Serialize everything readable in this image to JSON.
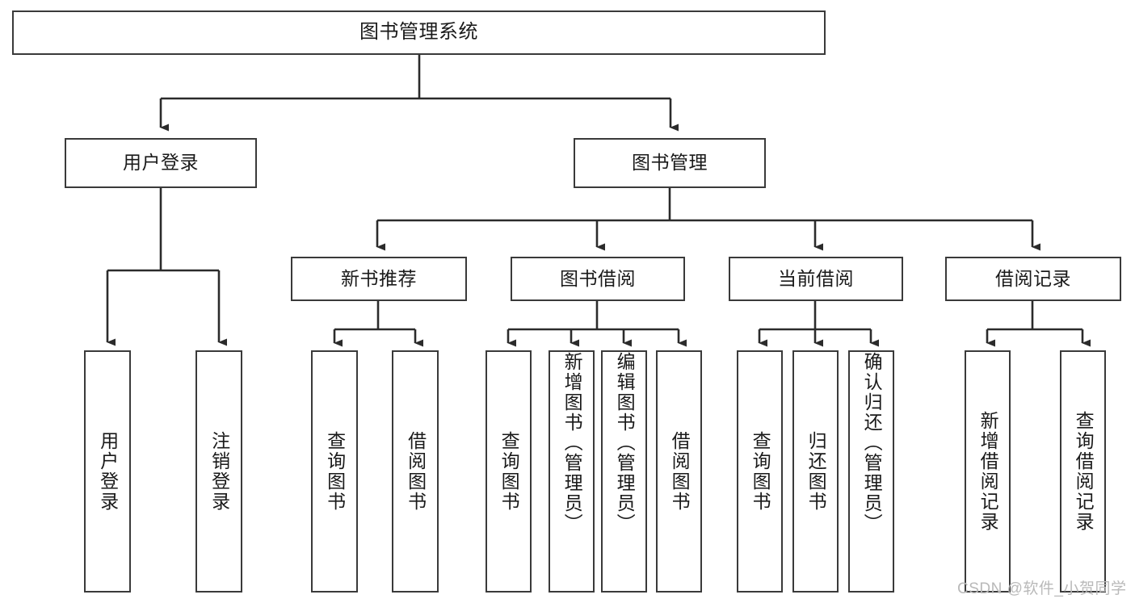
{
  "diagram": {
    "type": "tree-hierarchy-flowchart",
    "title": "图书管理系统",
    "orientation": "top-down",
    "style": {
      "background": "#ffffff",
      "box_border": "#3a3a3a",
      "box_fill": "#ffffff",
      "line_color": "#2b2b2b",
      "text_color": "#1a1a1a",
      "watermark_color": "#b9b9b9"
    },
    "root": {
      "id": "root",
      "label": "图书管理系统"
    },
    "level2": [
      {
        "id": "user-login",
        "label": "用户登录"
      },
      {
        "id": "book-manage",
        "label": "图书管理"
      }
    ],
    "level3": [
      {
        "id": "new-book-recommend",
        "label": "新书推荐",
        "parent": "book-manage"
      },
      {
        "id": "book-borrow",
        "label": "图书借阅",
        "parent": "book-manage"
      },
      {
        "id": "current-borrow",
        "label": "当前借阅",
        "parent": "book-manage"
      },
      {
        "id": "borrow-record",
        "label": "借阅记录",
        "parent": "book-manage"
      }
    ],
    "leaves": [
      {
        "id": "leaf-user-login",
        "label": "用户登录",
        "parent": "user-login"
      },
      {
        "id": "leaf-user-logout",
        "label": "注销登录",
        "parent": "user-login"
      },
      {
        "id": "leaf-query-book-1",
        "label": "查询图书",
        "parent": "new-book-recommend"
      },
      {
        "id": "leaf-borrow-book-1",
        "label": "借阅图书",
        "parent": "new-book-recommend"
      },
      {
        "id": "leaf-query-book-2",
        "label": "查询图书",
        "parent": "book-borrow"
      },
      {
        "id": "leaf-add-book",
        "label": "新增图书（管理员）",
        "parent": "book-borrow"
      },
      {
        "id": "leaf-edit-book",
        "label": "编辑图书（管理员）",
        "parent": "book-borrow"
      },
      {
        "id": "leaf-borrow-book-2",
        "label": "借阅图书",
        "parent": "book-borrow"
      },
      {
        "id": "leaf-query-book-3",
        "label": "查询图书",
        "parent": "current-borrow"
      },
      {
        "id": "leaf-return-book",
        "label": "归还图书",
        "parent": "current-borrow"
      },
      {
        "id": "leaf-confirm-return",
        "label": "确认归还（管理员）",
        "parent": "current-borrow"
      },
      {
        "id": "leaf-add-record",
        "label": "新增借阅记录",
        "parent": "borrow-record"
      },
      {
        "id": "leaf-query-record",
        "label": "查询借阅记录",
        "parent": "borrow-record"
      }
    ]
  },
  "watermark": {
    "text": "CSDN @软件_小贺同学"
  }
}
